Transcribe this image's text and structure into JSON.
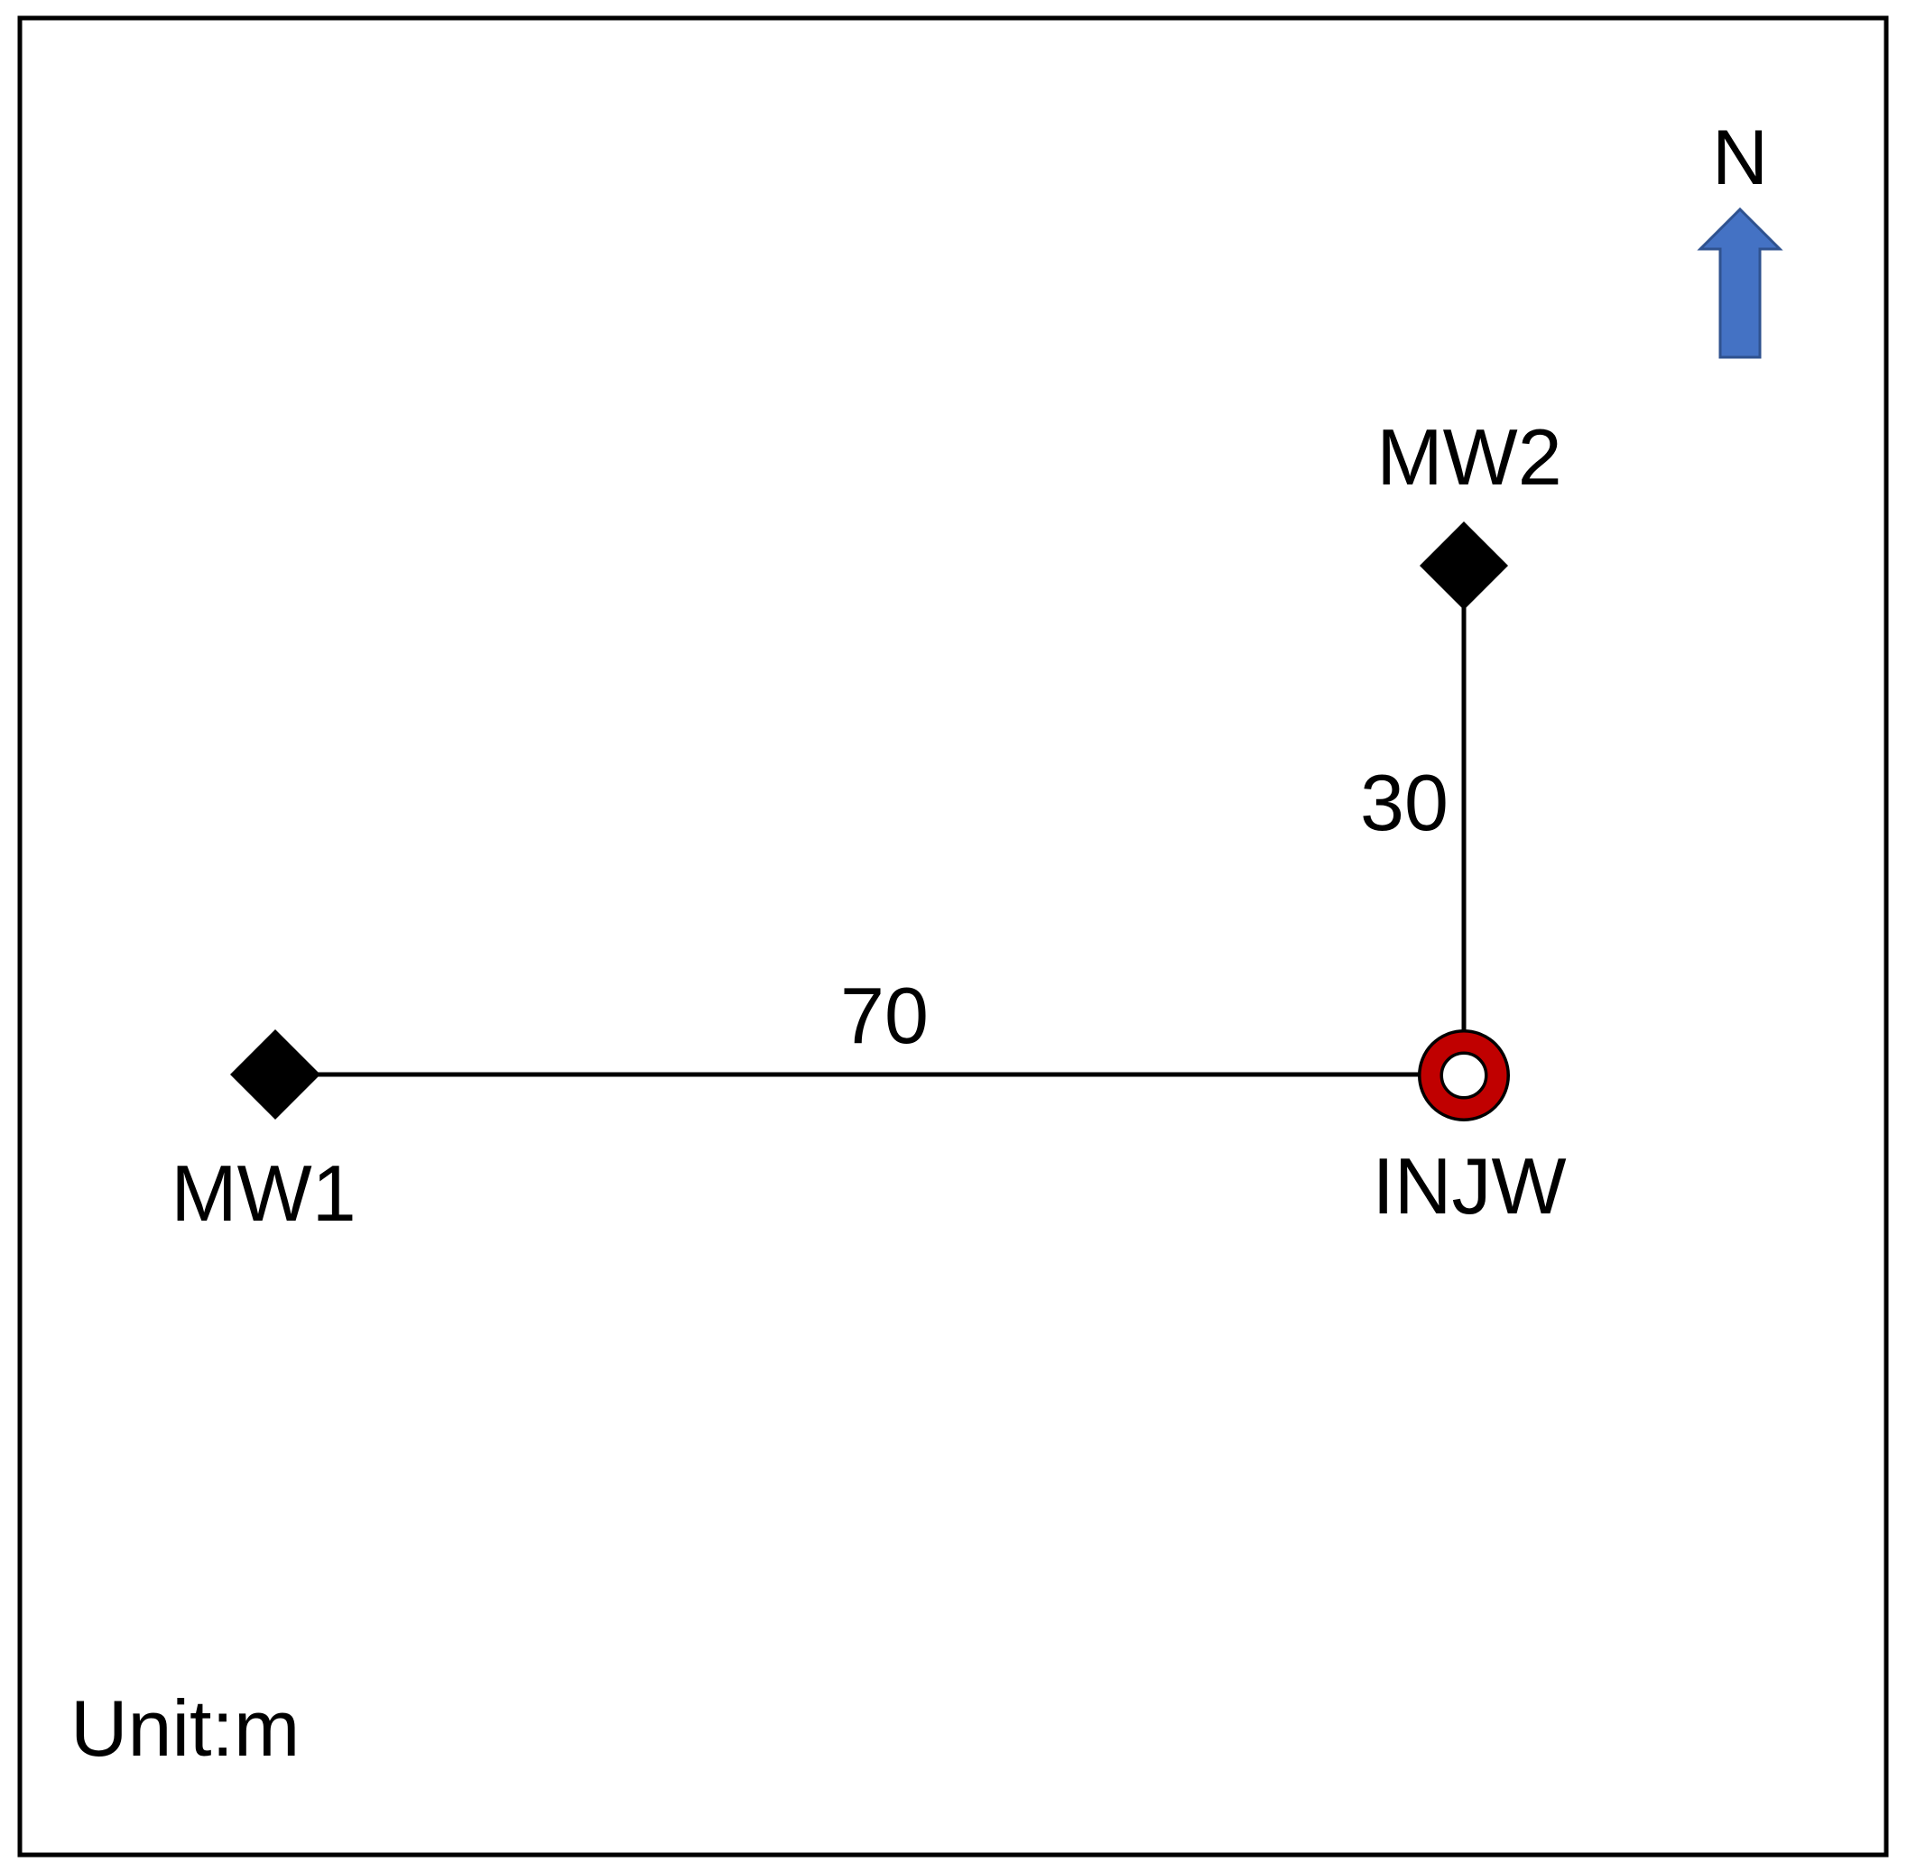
{
  "map": {
    "north_label": "N",
    "unit_label": "Unit:m",
    "colors": {
      "north_arrow": "#4472C4",
      "injection_well": "#C00000",
      "markers": "#000000"
    }
  },
  "wells": {
    "mw1": {
      "label": "MW1",
      "symbol": "diamond-icon"
    },
    "mw2": {
      "label": "MW2",
      "symbol": "diamond-icon"
    },
    "injw": {
      "label": "INJW",
      "symbol": "ring-icon"
    }
  },
  "distances": {
    "mw1_to_injw": "70",
    "injw_to_mw2": "30"
  }
}
